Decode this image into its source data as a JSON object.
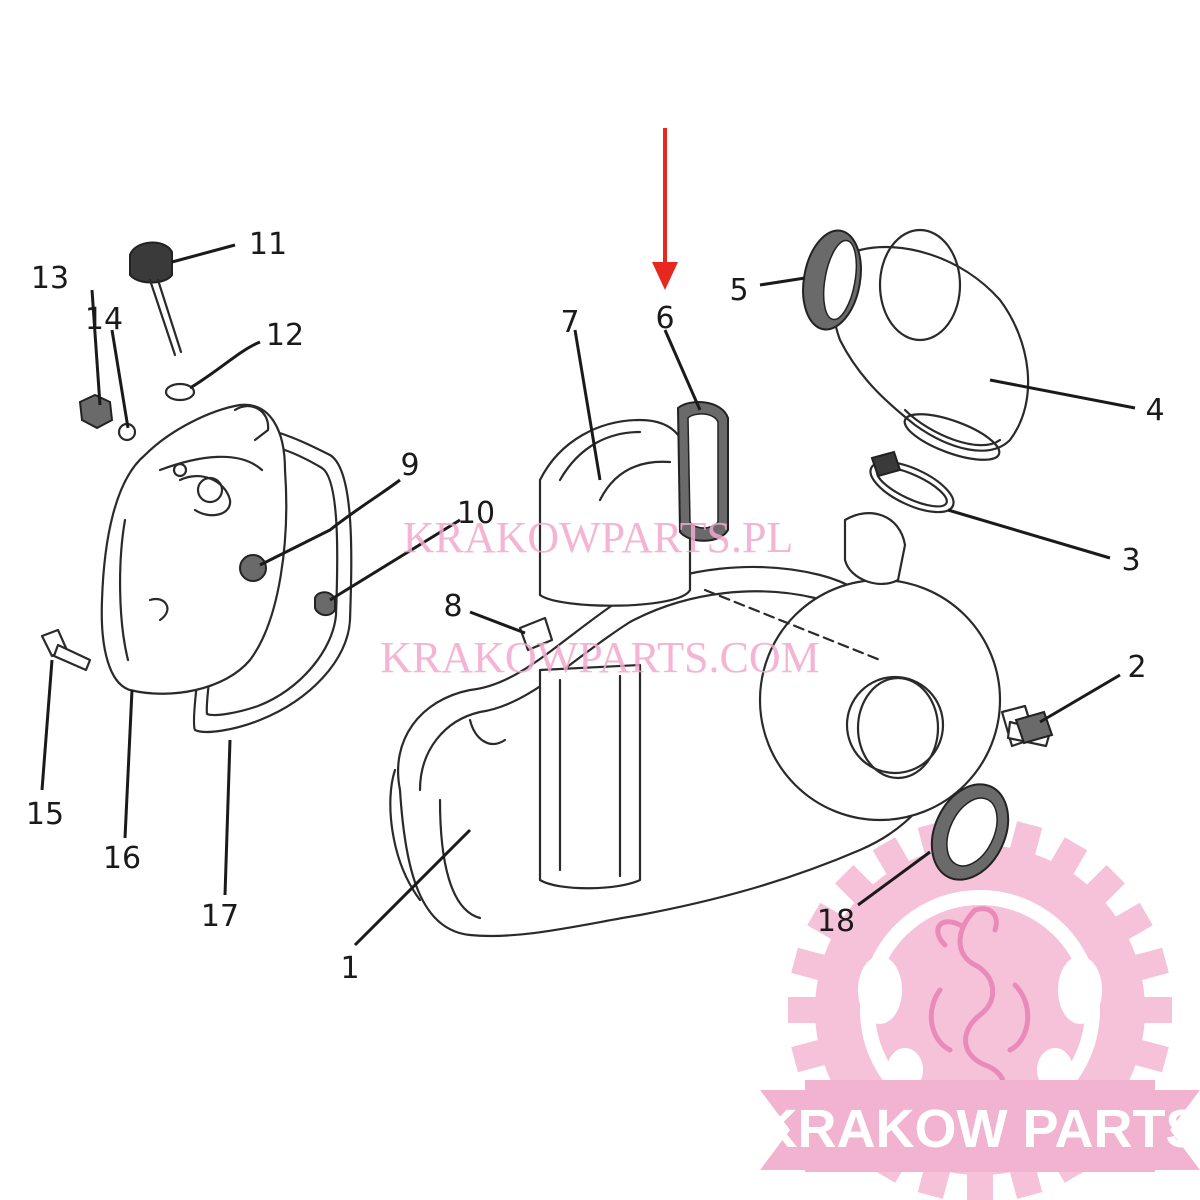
{
  "diagram": {
    "callouts": {
      "c1": "1",
      "c2": "2",
      "c3": "3",
      "c4": "4",
      "c5": "5",
      "c6": "6",
      "c7": "7",
      "c8": "8",
      "c9": "9",
      "c10": "10",
      "c11": "11",
      "c12": "12",
      "c13": "13",
      "c14": "14",
      "c15": "15",
      "c16": "16",
      "c17": "17",
      "c18": "18"
    },
    "highlight_arrow_color": "#e8281e"
  },
  "watermark": {
    "line1": "KRAKOWPARTS.PL",
    "line2": "KRAKOWPARTS.COM",
    "color": "#f2a9cc"
  },
  "logo": {
    "text": "KRAKOW PARTS",
    "gear_color": "#f6c2da",
    "banner_color": "#f2b3d1"
  }
}
